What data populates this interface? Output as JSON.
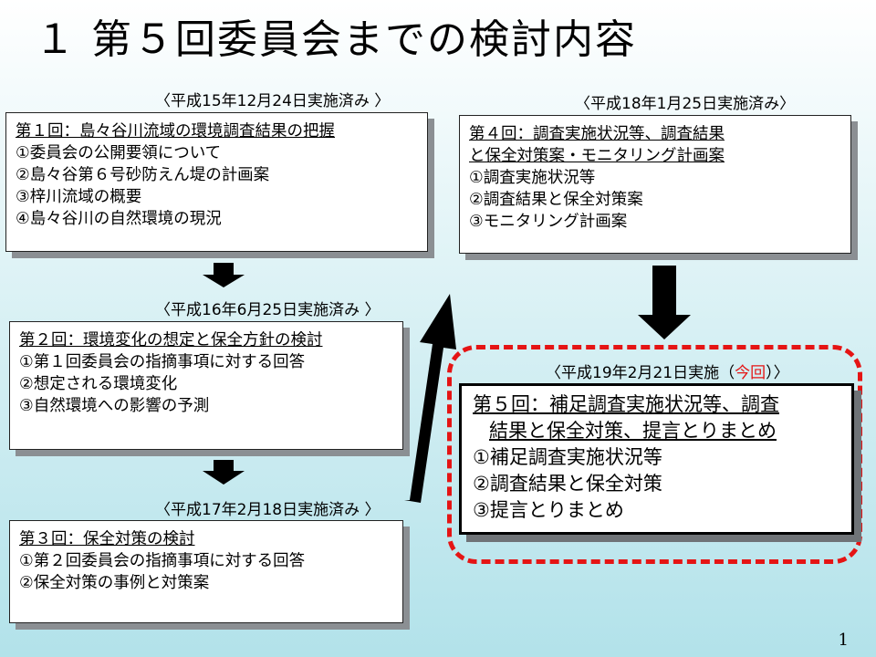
{
  "title": "１ 第５回委員会までの検討内容",
  "page_number": "1",
  "meetings": [
    {
      "date": "〈平成15年12月24日実施済み 〉",
      "heading": "第１回：島々谷川流域の環境調査結果の把握",
      "items": [
        "①委員会の公開要領について",
        "②島々谷第６号砂防えん堤の計画案",
        "③梓川流域の概要",
        "④島々谷川の自然環境の現況"
      ]
    },
    {
      "date": "〈平成16年6月25日実施済み 〉",
      "heading": "第２回：環境変化の想定と保全方針の検討",
      "items": [
        "①第１回委員会の指摘事項に対する回答",
        "②想定される環境変化",
        "③自然環境への影響の予測"
      ]
    },
    {
      "date": "〈平成17年2月18日実施済み 〉",
      "heading": "第３回：保全対策の検討",
      "items": [
        "①第２回委員会の指摘事項に対する回答",
        "②保全対策の事例と対策案"
      ]
    },
    {
      "date": "〈平成18年1月25日実施済み〉",
      "heading_line1": "第４回：調査実施状況等、調査結果",
      "heading_line2": "と保全対策案・モニタリング計画案",
      "items": [
        "①調査実施状況等",
        "②調査結果と保全対策案",
        "③モニタリング計画案"
      ]
    },
    {
      "date_prefix": "〈平成19年2月21日実施（",
      "date_highlight": "今回",
      "date_suffix": "）〉",
      "heading_line1": "第５回：補足調査実施状況等、調査",
      "heading_line2": "結果と保全対策、提言とりまとめ",
      "items": [
        "①補足調査実施状況等",
        "②調査結果と保全対策",
        "③提言とりまとめ"
      ]
    }
  ],
  "colors": {
    "highlight": "#e51414",
    "arrow": "#000000"
  },
  "icons": [
    "down-arrow-icon",
    "up-arrow-icon"
  ]
}
